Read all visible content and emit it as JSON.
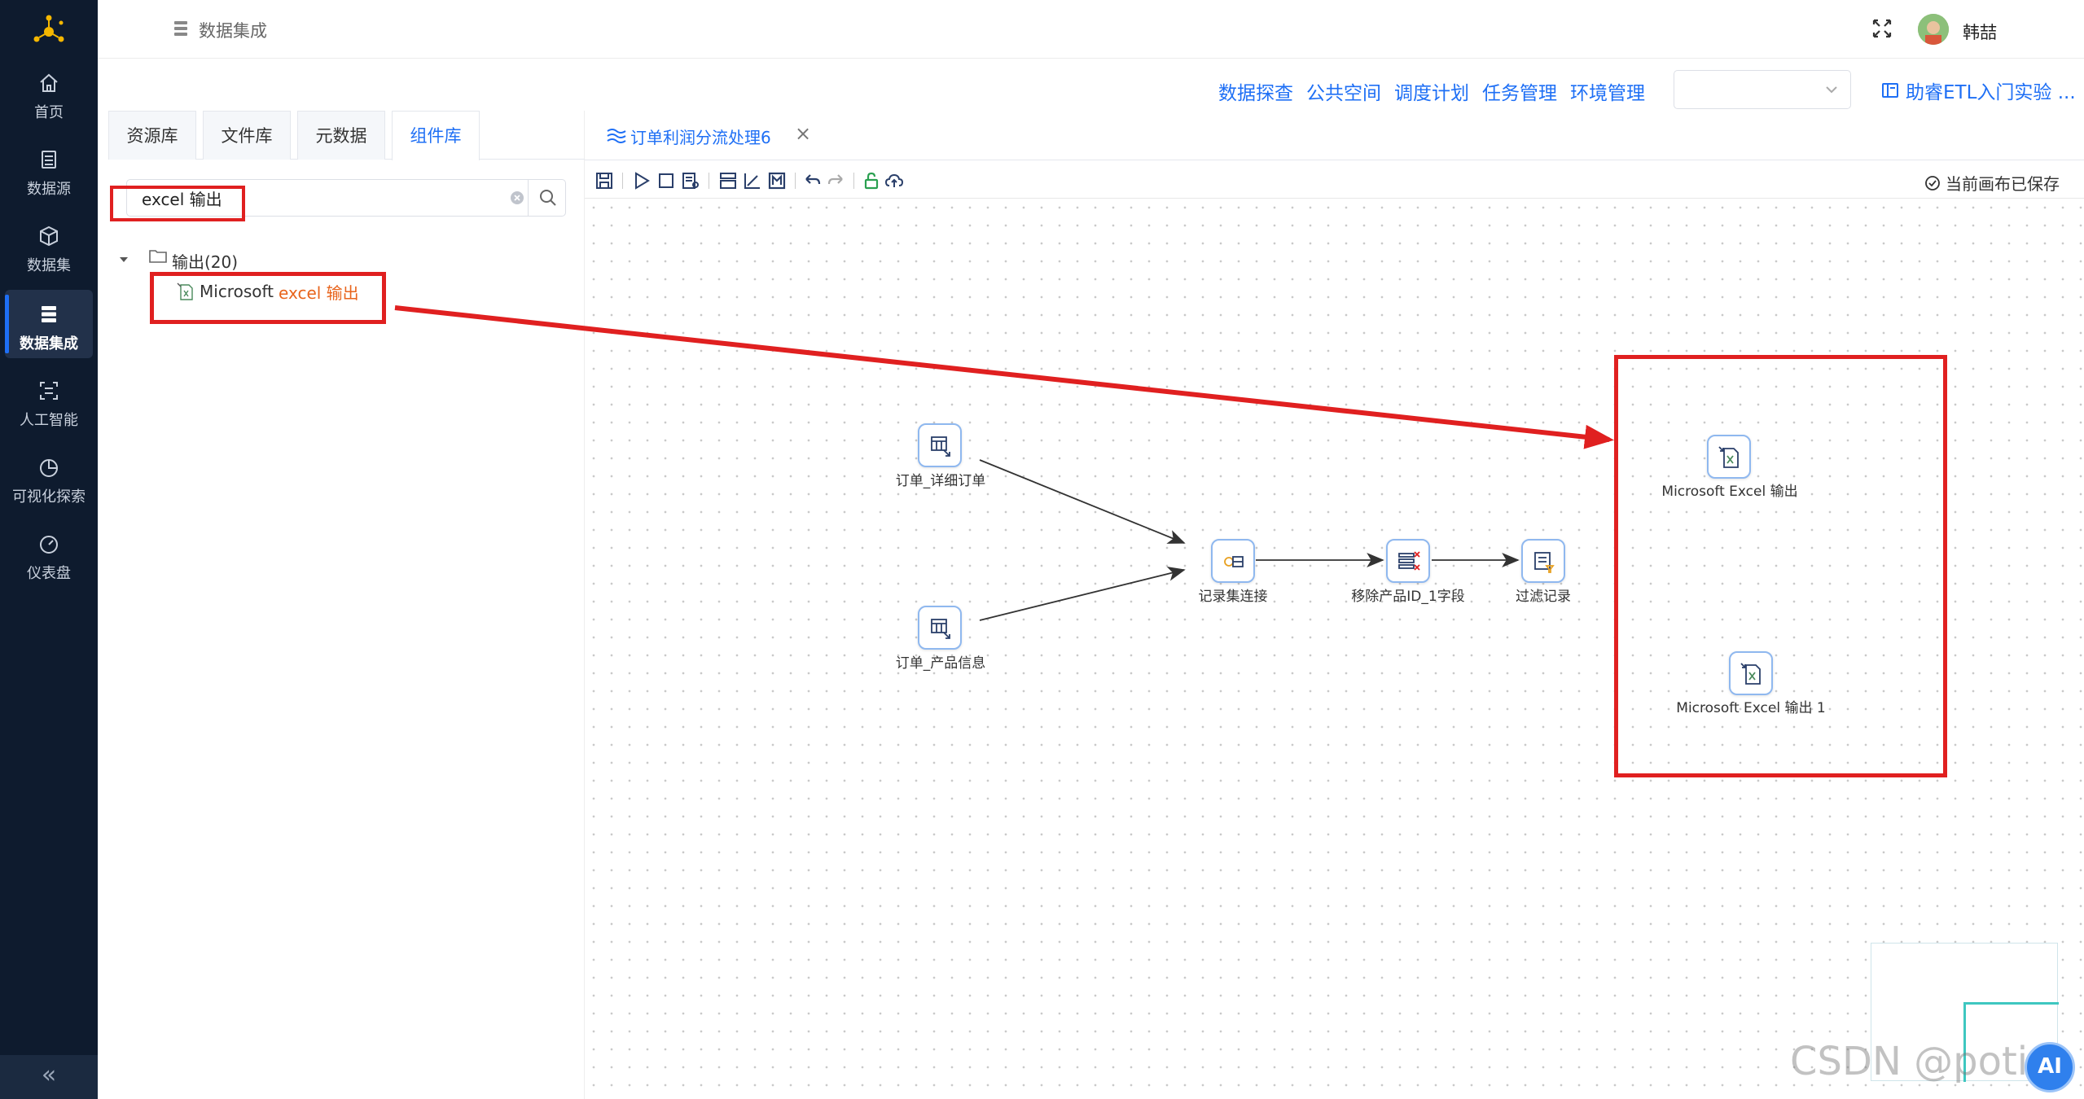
{
  "sidebar": {
    "items": [
      {
        "label": "首页",
        "icon": "home-icon"
      },
      {
        "label": "数据源",
        "icon": "datasource-icon"
      },
      {
        "label": "数据集",
        "icon": "dataset-icon"
      },
      {
        "label": "数据集成",
        "icon": "data-integration-icon",
        "active": true
      },
      {
        "label": "人工智能",
        "icon": "ai-icon"
      },
      {
        "label": "可视化探索",
        "icon": "visual-explore-icon"
      },
      {
        "label": "仪表盘",
        "icon": "dashboard-icon"
      }
    ],
    "collapse_label": "«"
  },
  "header": {
    "breadcrumb": "数据集成",
    "username": "韩喆",
    "links": [
      "数据探查",
      "公共空间",
      "调度计划",
      "任务管理",
      "环境管理"
    ],
    "env_select_value": "",
    "guide_link": "助睿ETL入门实验 ..."
  },
  "leftpanel": {
    "tabs": [
      "资源库",
      "文件库",
      "元数据",
      "组件库"
    ],
    "active_tab": "组件库",
    "search": {
      "value": "excel 输出",
      "placeholder": ""
    },
    "tree": {
      "folder_label": "输出(20)",
      "item_prefix": "Microsoft ",
      "item_highlight": "excel 输出"
    }
  },
  "editor": {
    "doc_tab": "订单利润分流处理6",
    "close_label": "×",
    "saved_status": "当前画布已保存",
    "nodes": [
      {
        "id": "n1",
        "label": "订单_详细订单"
      },
      {
        "id": "n2",
        "label": "订单_产品信息"
      },
      {
        "id": "n3",
        "label": "记录集连接"
      },
      {
        "id": "n4",
        "label": "移除产品ID_1字段"
      },
      {
        "id": "n5",
        "label": "过滤记录"
      },
      {
        "id": "n6",
        "label": "Microsoft Excel 输出"
      },
      {
        "id": "n7",
        "label": "Microsoft Excel 输出 1"
      }
    ]
  },
  "colors": {
    "sidebar_bg": "#0e1b2e",
    "accent": "#1e6ff5",
    "annotation": "#e02020",
    "highlight": "#e8641c"
  },
  "watermark": "CSDN @potion",
  "ai_button_label": "AI"
}
